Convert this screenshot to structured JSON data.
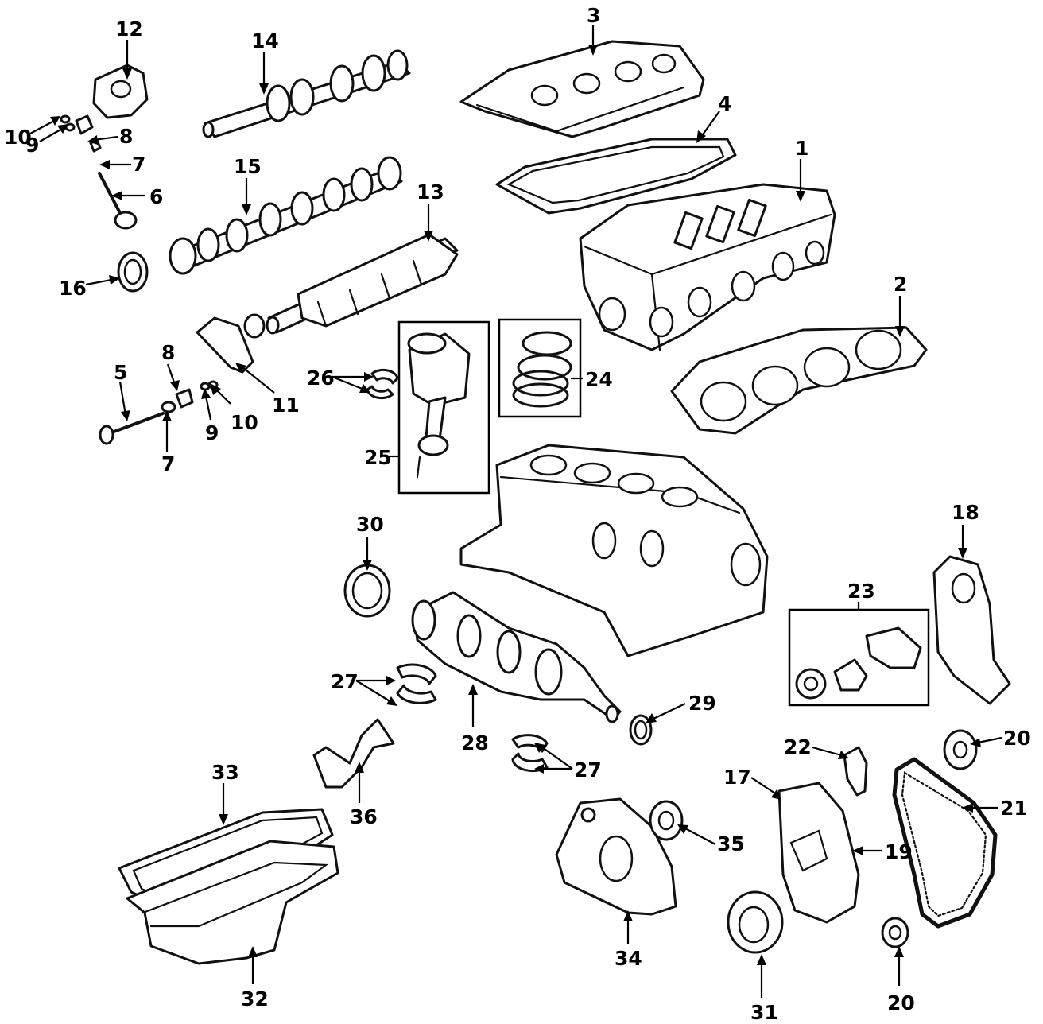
{
  "diagram": {
    "callouts": {
      "c1": "1",
      "c2": "2",
      "c3": "3",
      "c4": "4",
      "c5": "5",
      "c6": "6",
      "c7a": "7",
      "c7b": "7",
      "c8a": "8",
      "c8b": "8",
      "c9a": "9",
      "c9b": "9",
      "c10a": "10",
      "c10b": "10",
      "c11": "11",
      "c12": "12",
      "c13": "13",
      "c14": "14",
      "c15": "15",
      "c16": "16",
      "c17": "17",
      "c18": "18",
      "c19": "19",
      "c20a": "20",
      "c20b": "20",
      "c21": "21",
      "c22": "22",
      "c23": "23",
      "c24": "24",
      "c25": "25",
      "c26": "26",
      "c27a": "27",
      "c27b": "27",
      "c28": "28",
      "c29": "29",
      "c30": "30",
      "c31": "31",
      "c32": "32",
      "c33": "33",
      "c34": "34",
      "c35": "35",
      "c36": "36"
    }
  }
}
